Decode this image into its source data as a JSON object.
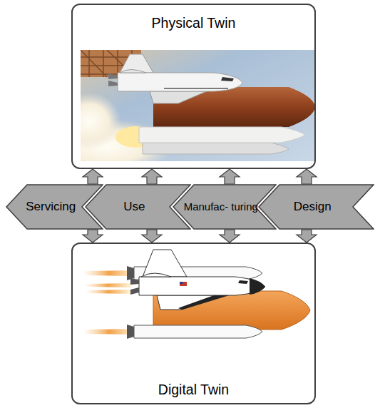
{
  "diagram": {
    "nodes": [
      {
        "text": [
          "Physical Twin"
        ]
      },
      {
        "text": [
          "Servicing"
        ]
      },
      {
        "text": [
          "Use"
        ]
      },
      {
        "text": [
          "Manufac- turing"
        ]
      },
      {
        "text": [
          "Design"
        ]
      },
      {
        "text": [
          "Digital Twin"
        ]
      }
    ],
    "edges": [
      {
        "from": 1,
        "to": 0,
        "arrow": "to"
      },
      {
        "from": 1,
        "to": 5,
        "arrow": "to"
      },
      {
        "from": 2,
        "to": 0,
        "arrow": "to"
      },
      {
        "from": 2,
        "to": 5,
        "arrow": "to"
      },
      {
        "from": 3,
        "to": 0,
        "arrow": "to"
      },
      {
        "from": 3,
        "to": 5,
        "arrow": "to"
      },
      {
        "from": 4,
        "to": 0,
        "arrow": "to"
      },
      {
        "from": 4,
        "to": 5,
        "arrow": "to"
      }
    ]
  }
}
